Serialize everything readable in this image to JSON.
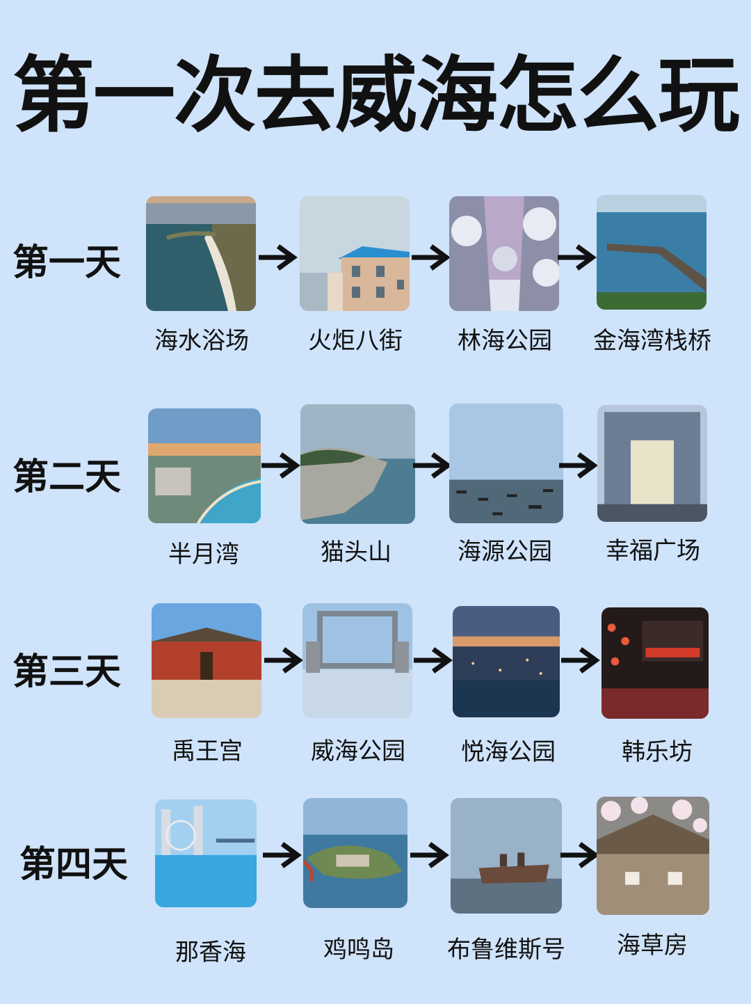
{
  "title": "第一次去威海怎么玩",
  "days": [
    {
      "label": "第一天",
      "spots": [
        "海水浴场",
        "火炬八街",
        "林海公园",
        "金海湾栈桥"
      ]
    },
    {
      "label": "第二天",
      "spots": [
        "半月湾",
        "猫头山",
        "海源公园",
        "幸福广场"
      ]
    },
    {
      "label": "第三天",
      "spots": [
        "禹王宫",
        "威海公园",
        "悦海公园",
        "韩乐坊"
      ]
    },
    {
      "label": "第四天",
      "spots": [
        "那香海",
        "鸡鸣岛",
        "布鲁维斯号",
        "海草房"
      ]
    }
  ],
  "colors": {
    "background": "#cfe3fa",
    "text": "#111111",
    "arrow": "#111111"
  }
}
